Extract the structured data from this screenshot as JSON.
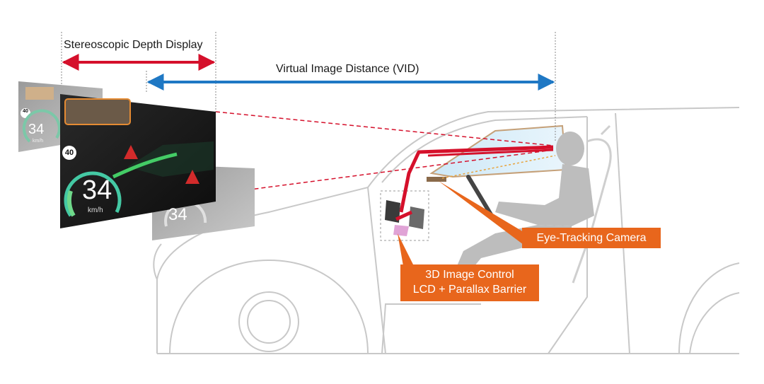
{
  "labels": {
    "stereo_depth": "Stereoscopic Depth Display",
    "vid": "Virtual Image Distance (VID)",
    "eye_camera": "Eye-Tracking Camera",
    "lcd_line1": "3D Image Control",
    "lcd_line2": "LCD + Parallax Barrier"
  },
  "hud": {
    "speed": "34",
    "unit": "km/h",
    "speed_limit": "40"
  },
  "colors": {
    "red_arrow": "#d5102b",
    "blue_arrow": "#1f78c4",
    "callout": "#e8661c",
    "car_outline": "#c8c8c8",
    "driver": "#bdbdbd",
    "optical_path": "#d5102b"
  }
}
